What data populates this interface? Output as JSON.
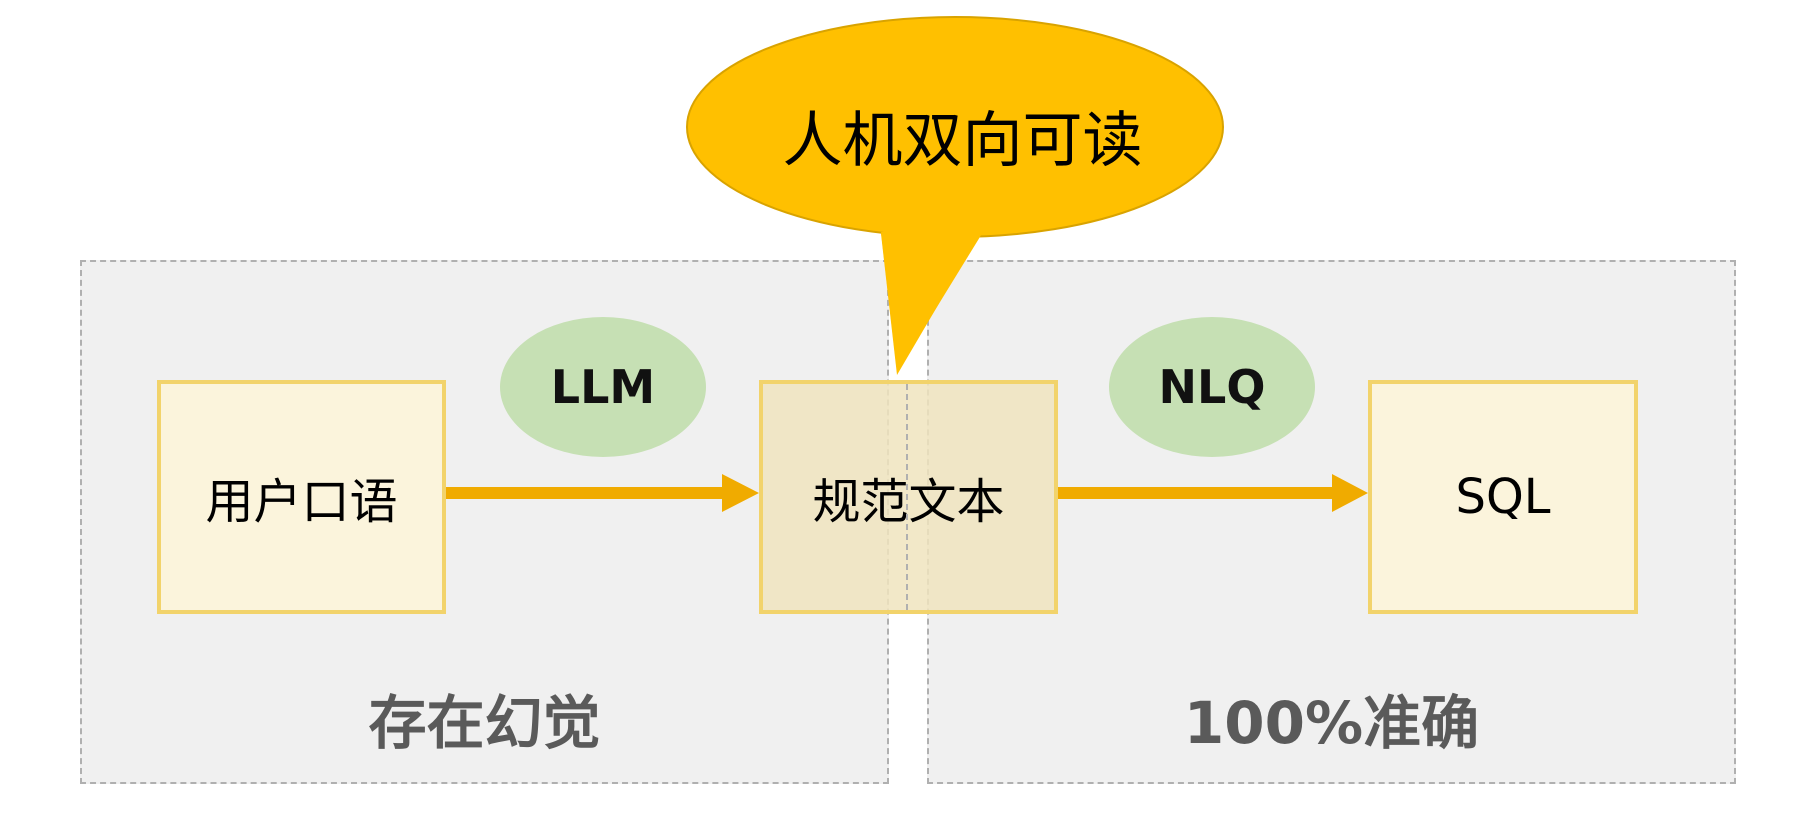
{
  "callout": {
    "text": "人机双向可读",
    "color": "#ffc000"
  },
  "steps": {
    "input": "用户口语",
    "middle": "规范文本",
    "output": "SQL"
  },
  "transforms": {
    "first": "LLM",
    "second": "NLQ"
  },
  "regions": {
    "left_label": "存在幻觉",
    "right_label": "100%准确"
  },
  "colors": {
    "arrow": "#f0ab00",
    "box_border": "#f2d36b",
    "box_fill": "#fbf4dc",
    "ellipse_fill": "#c6e0b4",
    "region_fill": "#f0f0f0"
  }
}
